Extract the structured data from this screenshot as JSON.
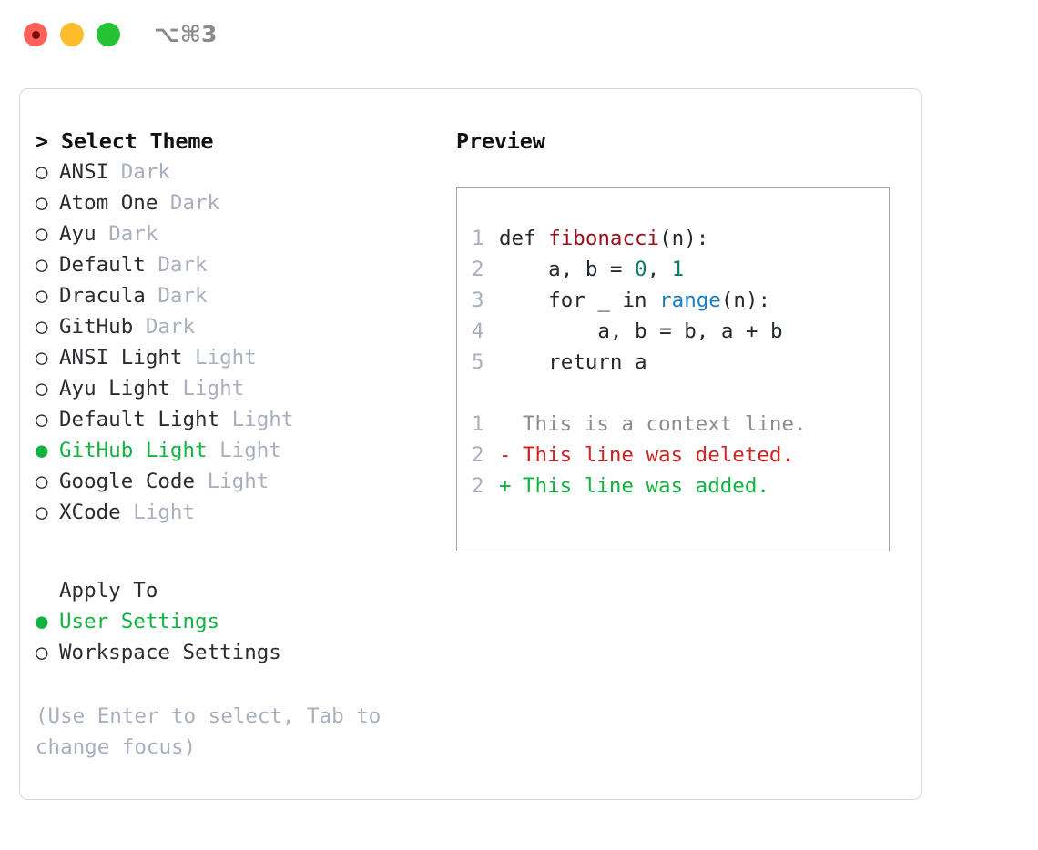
{
  "titlebar": {
    "shortcut": "⌥⌘3",
    "lights": [
      "close-red",
      "minimize-yellow",
      "maximize-green"
    ]
  },
  "theme_picker": {
    "heading": "> Select Theme",
    "prompt": ">",
    "items": [
      {
        "bullet": "○",
        "name": "ANSI",
        "variant": "Dark",
        "selected": false
      },
      {
        "bullet": "○",
        "name": "Atom One",
        "variant": "Dark",
        "selected": false
      },
      {
        "bullet": "○",
        "name": "Ayu",
        "variant": "Dark",
        "selected": false
      },
      {
        "bullet": "○",
        "name": "Default",
        "variant": "Dark",
        "selected": false
      },
      {
        "bullet": "○",
        "name": "Dracula",
        "variant": "Dark",
        "selected": false
      },
      {
        "bullet": "○",
        "name": "GitHub",
        "variant": "Dark",
        "selected": false
      },
      {
        "bullet": "○",
        "name": "ANSI Light",
        "variant": "Light",
        "selected": false
      },
      {
        "bullet": "○",
        "name": "Ayu Light",
        "variant": "Light",
        "selected": false
      },
      {
        "bullet": "○",
        "name": "Default Light",
        "variant": "Light",
        "selected": false
      },
      {
        "bullet": "●",
        "name": "GitHub Light",
        "variant": "Light",
        "selected": true
      },
      {
        "bullet": "○",
        "name": "Google Code",
        "variant": "Light",
        "selected": false
      },
      {
        "bullet": "○",
        "name": "XCode",
        "variant": "Light",
        "selected": false
      }
    ]
  },
  "apply_to": {
    "heading": "Apply To",
    "options": [
      {
        "bullet": "●",
        "label": "User Settings",
        "selected": true
      },
      {
        "bullet": "○",
        "label": "Workspace Settings",
        "selected": false
      }
    ]
  },
  "hint": "(Use Enter to select, Tab to change focus)",
  "preview": {
    "title": "Preview",
    "code_lines": [
      {
        "num": "1",
        "marker": "",
        "tokens": [
          {
            "text": "def ",
            "cls": "kw"
          },
          {
            "text": "fibonacci",
            "cls": "fn"
          },
          {
            "text": "(n):",
            "cls": "plain"
          }
        ]
      },
      {
        "num": "2",
        "marker": "",
        "tokens": [
          {
            "text": "    a, b = ",
            "cls": "plain"
          },
          {
            "text": "0",
            "cls": "num"
          },
          {
            "text": ", ",
            "cls": "plain"
          },
          {
            "text": "1",
            "cls": "num"
          }
        ]
      },
      {
        "num": "3",
        "marker": "",
        "tokens": [
          {
            "text": "    for _ in ",
            "cls": "plain"
          },
          {
            "text": "range",
            "cls": "builtin"
          },
          {
            "text": "(n):",
            "cls": "plain"
          }
        ]
      },
      {
        "num": "4",
        "marker": "",
        "tokens": [
          {
            "text": "        a, b = b, a + b",
            "cls": "plain"
          }
        ]
      },
      {
        "num": "5",
        "marker": "",
        "tokens": [
          {
            "text": "    return a",
            "cls": "plain"
          }
        ]
      }
    ],
    "diff_lines": [
      {
        "num": "1",
        "marker": " ",
        "text": "This is a context line.",
        "cls": "ctx"
      },
      {
        "num": "2",
        "marker": "-",
        "text": "This line was deleted.",
        "cls": "del"
      },
      {
        "num": "2",
        "marker": "+",
        "text": "This line was added.",
        "cls": "add"
      }
    ]
  },
  "colors": {
    "accent_green": "#12b341",
    "muted": "#a9b0bd",
    "panel_border": "#d4d7dd",
    "preview_border": "#9aa6b4",
    "diff_add": "#12b341",
    "diff_del": "#cf2222",
    "diff_ctx": "#8c8c8c",
    "syntax_function": "#99101a",
    "syntax_number": "#0b7a6e",
    "syntax_builtin": "#1a7fc1",
    "text": "#2b2b31"
  }
}
